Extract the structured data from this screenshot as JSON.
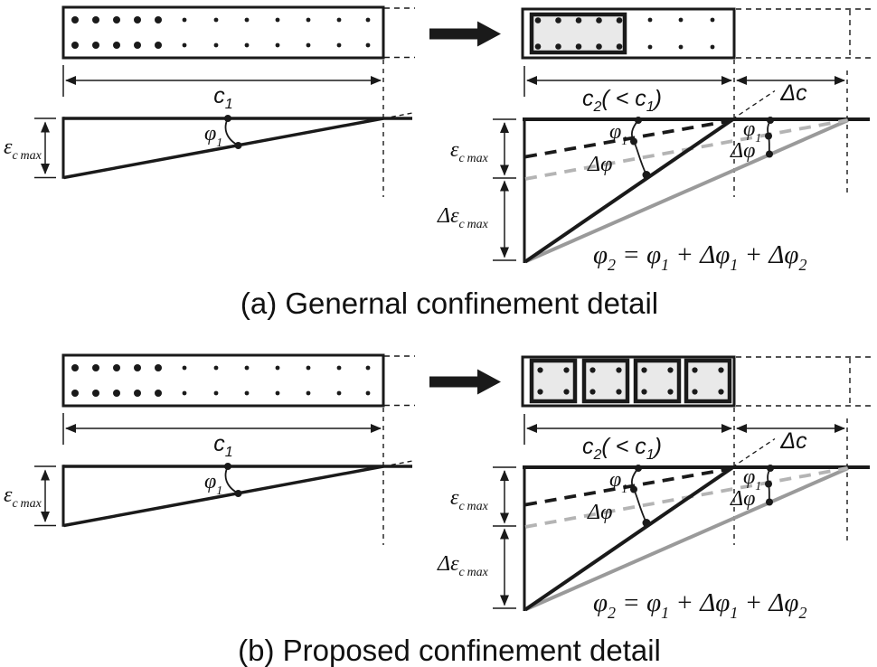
{
  "figure": {
    "caption_a": "(a) Genernal confinement detail",
    "caption_b": "(b) Proposed confinement detail"
  },
  "labels": {
    "c1": {
      "base": "c",
      "sub": "1"
    },
    "c2cmp": {
      "b1": "c",
      "s1": "2",
      "mid": "( < ",
      "b2": "c",
      "s2": "1",
      "end": ")"
    },
    "dc": "Δc",
    "eps": {
      "base": "ε",
      "sub": "c max"
    },
    "deps": {
      "base": "Δε",
      "sub": "c max"
    },
    "phi1": {
      "base": "φ",
      "sub": "1"
    },
    "dphi": "Δφ",
    "equation": {
      "p1": "φ",
      "p2": "2",
      "p3": " = ",
      "p4": "φ",
      "p5": "1",
      "p6": " + Δφ",
      "p7": "1",
      "p8": " + Δφ",
      "p9": "2"
    }
  },
  "colors": {
    "ink": "#1a1a1a",
    "gray_line": "#9a9a9a",
    "gray_dash": "#b4b4b4",
    "core_fill": "#e9e9e9"
  }
}
